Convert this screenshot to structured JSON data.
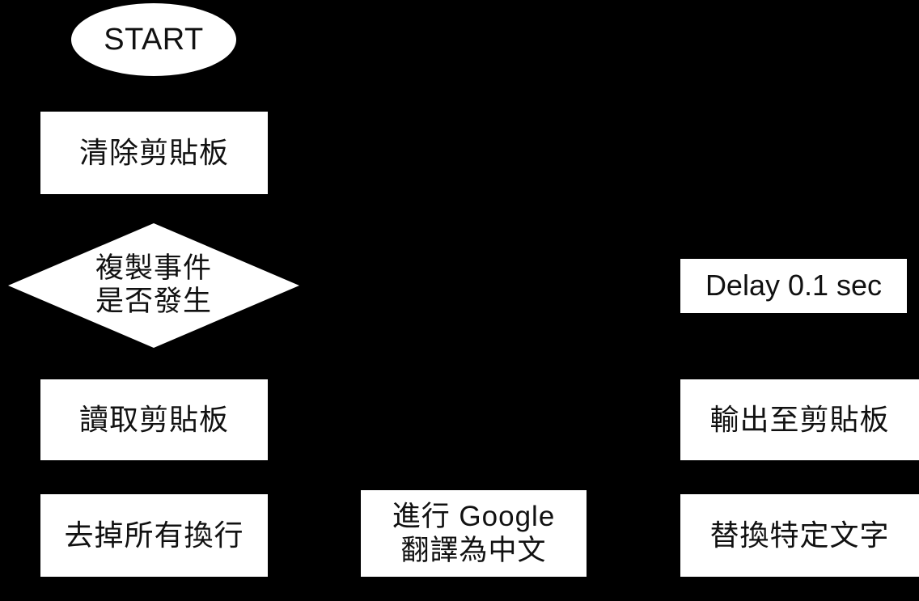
{
  "diagram": {
    "title": "Clipboard Google Translate Flowchart",
    "background_color": "#000000",
    "node_fill_color": "#ffffff",
    "node_text_color": "#111111",
    "nodes": [
      {
        "id": "start",
        "shape": "ellipse",
        "label": "START",
        "column": "left"
      },
      {
        "id": "clear-clipboard",
        "shape": "rectangle",
        "label": "清除剪貼板",
        "column": "left"
      },
      {
        "id": "copy-event-check",
        "shape": "diamond",
        "label": "複製事件\n是否發生",
        "column": "left"
      },
      {
        "id": "read-clipboard",
        "shape": "rectangle",
        "label": "讀取剪貼板",
        "column": "left"
      },
      {
        "id": "remove-newlines",
        "shape": "rectangle",
        "label": "去掉所有換行",
        "column": "left"
      },
      {
        "id": "google-translate",
        "shape": "rectangle",
        "label": "進行 Google\n翻譯為中文",
        "column": "middle"
      },
      {
        "id": "delay",
        "shape": "rectangle",
        "label": "Delay 0.1 sec",
        "column": "right"
      },
      {
        "id": "output-to-clipboard",
        "shape": "rectangle",
        "label": "輸出至剪貼板",
        "column": "right"
      },
      {
        "id": "replace-text",
        "shape": "rectangle",
        "label": "替換特定文字",
        "column": "right"
      }
    ]
  }
}
